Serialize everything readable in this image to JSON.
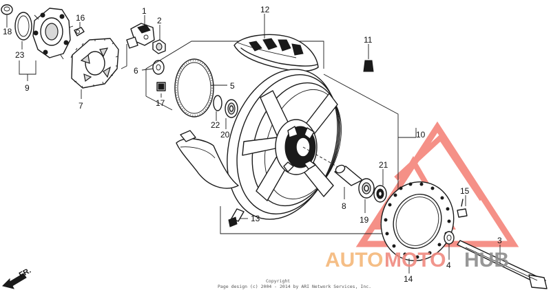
{
  "callouts": [
    {
      "id": "18",
      "label": "18"
    },
    {
      "id": "23",
      "label": "23"
    },
    {
      "id": "9",
      "label": "9"
    },
    {
      "id": "16",
      "label": "16"
    },
    {
      "id": "7",
      "label": "7"
    },
    {
      "id": "1",
      "label": "1"
    },
    {
      "id": "2",
      "label": "2"
    },
    {
      "id": "6",
      "label": "6"
    },
    {
      "id": "17",
      "label": "17"
    },
    {
      "id": "12",
      "label": "12"
    },
    {
      "id": "5",
      "label": "5"
    },
    {
      "id": "22",
      "label": "22"
    },
    {
      "id": "20",
      "label": "20"
    },
    {
      "id": "11",
      "label": "11"
    },
    {
      "id": "10",
      "label": "10"
    },
    {
      "id": "21",
      "label": "21"
    },
    {
      "id": "8",
      "label": "8"
    },
    {
      "id": "19",
      "label": "19"
    },
    {
      "id": "13",
      "label": "13"
    },
    {
      "id": "15",
      "label": "15"
    },
    {
      "id": "3",
      "label": "3"
    },
    {
      "id": "4",
      "label": "4"
    },
    {
      "id": "14",
      "label": "14"
    }
  ],
  "direction_label": "FR.",
  "watermark": {
    "part1": "AUTO",
    "part2": "MOTO",
    "part3": "HUB",
    "accent_red": "#f26b5f",
    "accent_orange": "#f4b87a",
    "accent_grey": "#8c8c8c"
  },
  "copyright": {
    "line1": "Copyright",
    "line2": "Page design (c) 2004 - 2014 by ARI Network Services, Inc."
  }
}
